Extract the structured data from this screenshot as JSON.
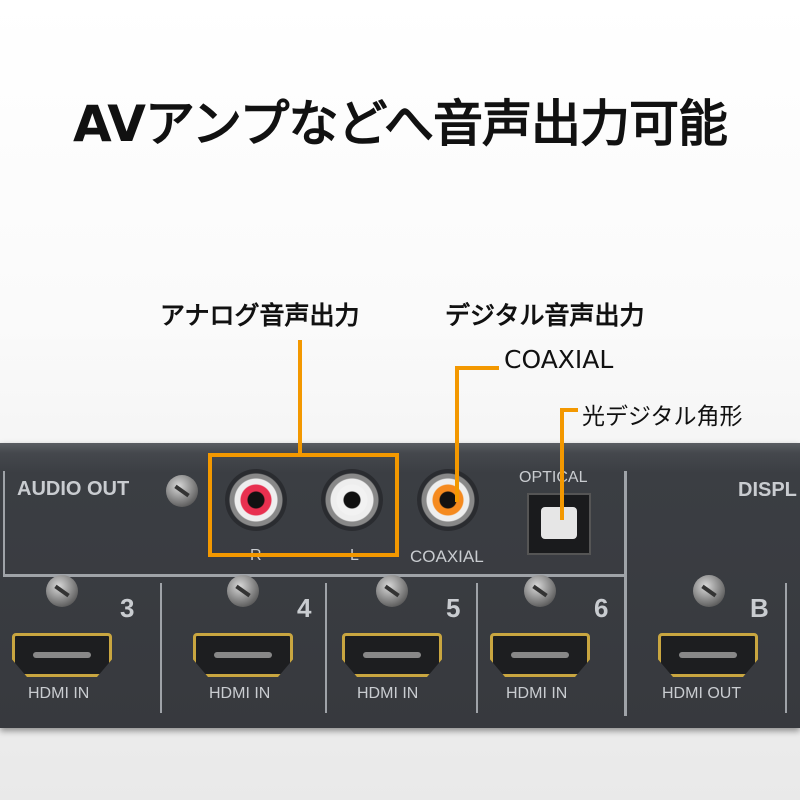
{
  "headline": "AVアンプなどへ音声出力可能",
  "callouts": {
    "analog": "アナログ音声出力",
    "digital": "デジタル音声出力",
    "coaxial": "COAXIAL",
    "optical": "光デジタル角形"
  },
  "accent_color": "#f39800",
  "panel": {
    "audio_out": "AUDIO OUT",
    "jack_r": "R",
    "jack_l": "L",
    "coaxial": "COAXIAL",
    "optical": "OPTICAL",
    "display": "DISPL",
    "ports": [
      {
        "number": "3",
        "label": "HDMI IN"
      },
      {
        "number": "4",
        "label": "HDMI IN"
      },
      {
        "number": "5",
        "label": "HDMI IN"
      },
      {
        "number": "6",
        "label": "HDMI IN"
      },
      {
        "number": "B",
        "label": "HDMI OUT"
      }
    ]
  }
}
